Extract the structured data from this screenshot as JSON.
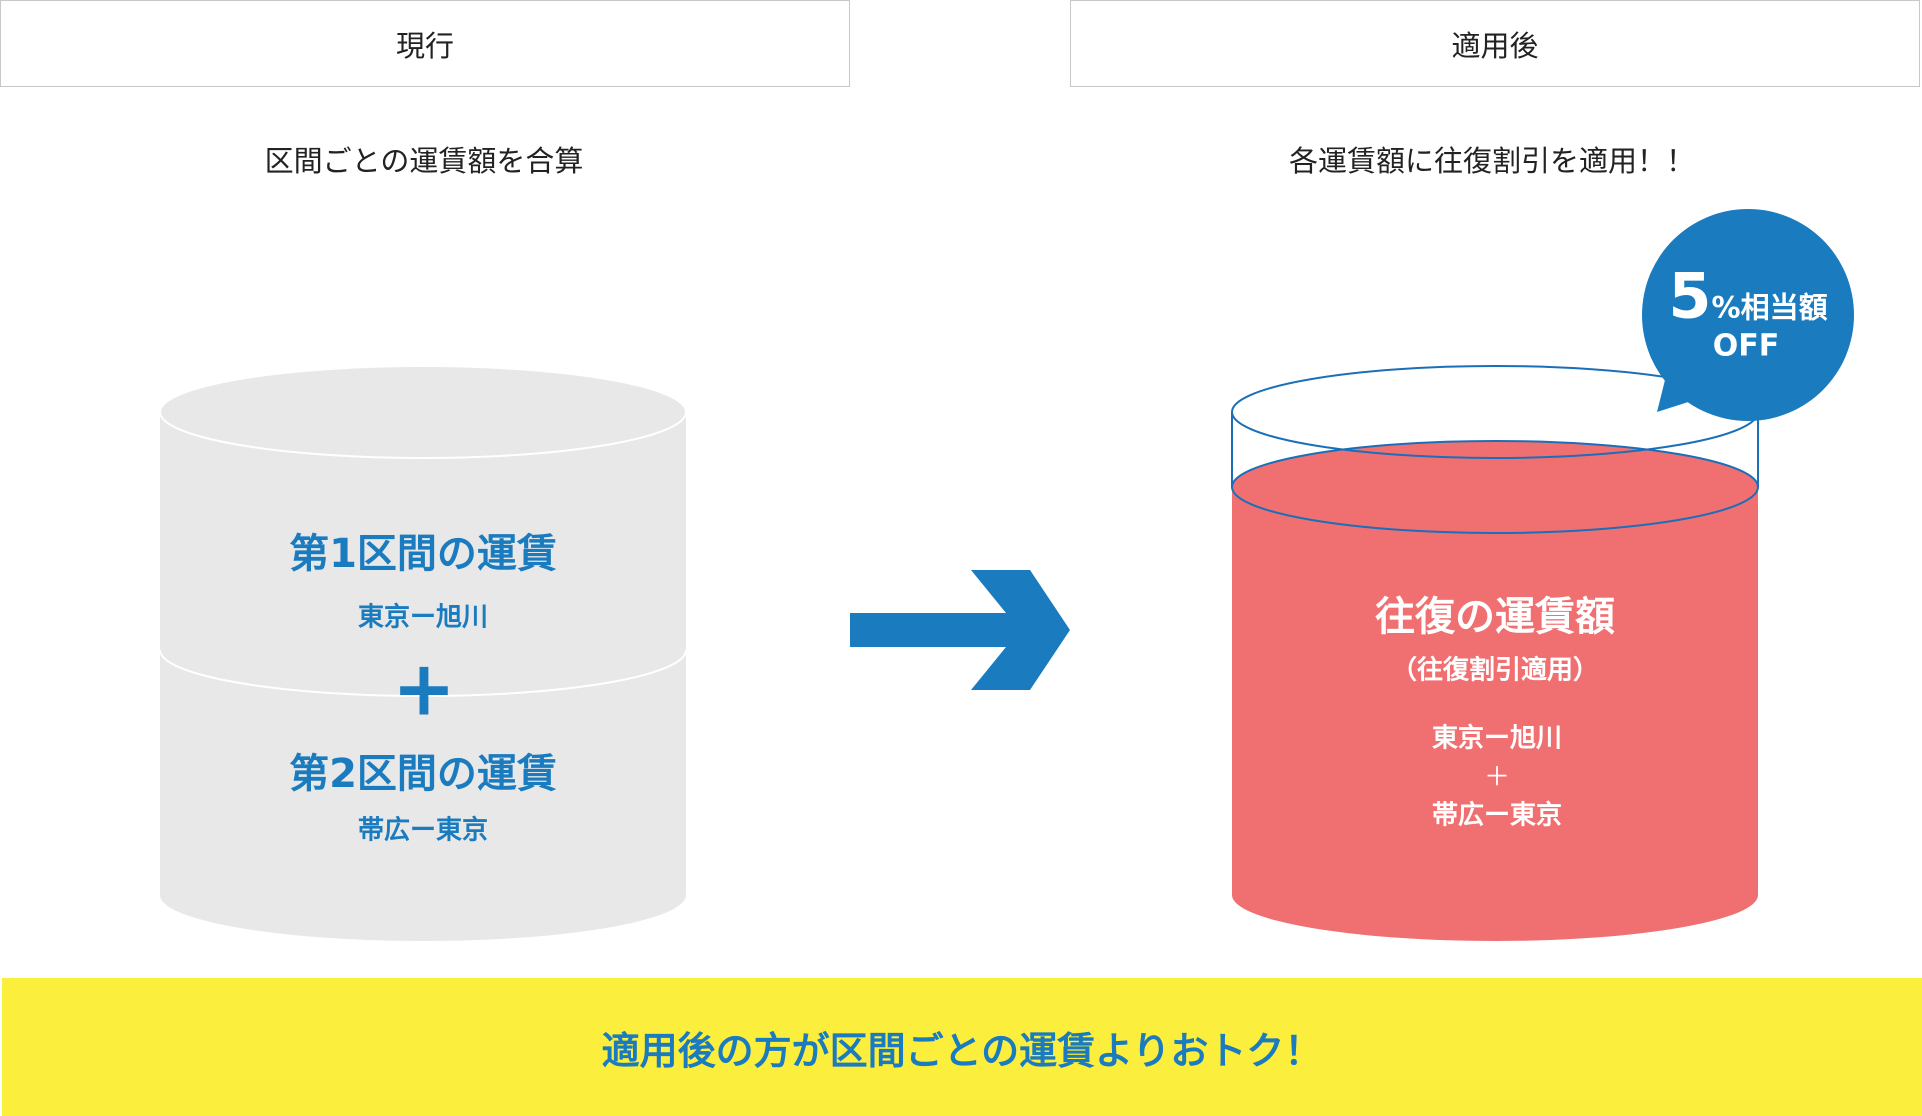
{
  "headers": {
    "current": "現行",
    "after": "適用後"
  },
  "subtitles": {
    "current": "区間ごとの運賃額を合算",
    "after": "各運賃額に往復割引を適用！！"
  },
  "left_cylinder": {
    "section1_title": "第1区間の運賃",
    "section1_route": "東京ー旭川",
    "plus": "+",
    "section2_title": "第2区間の運賃",
    "section2_route": "帯広ー東京"
  },
  "right_cylinder": {
    "title": "往復の運賃額",
    "note": "（往復割引適用）",
    "route1": "東京ー旭川",
    "plus": "＋",
    "route2": "帯広ー東京"
  },
  "bubble": {
    "percent": "5",
    "suffix": "%相当額",
    "off": "OFF"
  },
  "banner": {
    "text": "適用後の方が区間ごとの運賃よりおトク！"
  },
  "colors": {
    "blue": "#1a7bbf",
    "red": "#f07072",
    "gray": "#e8e8e8",
    "yellow": "#fcee3c"
  }
}
